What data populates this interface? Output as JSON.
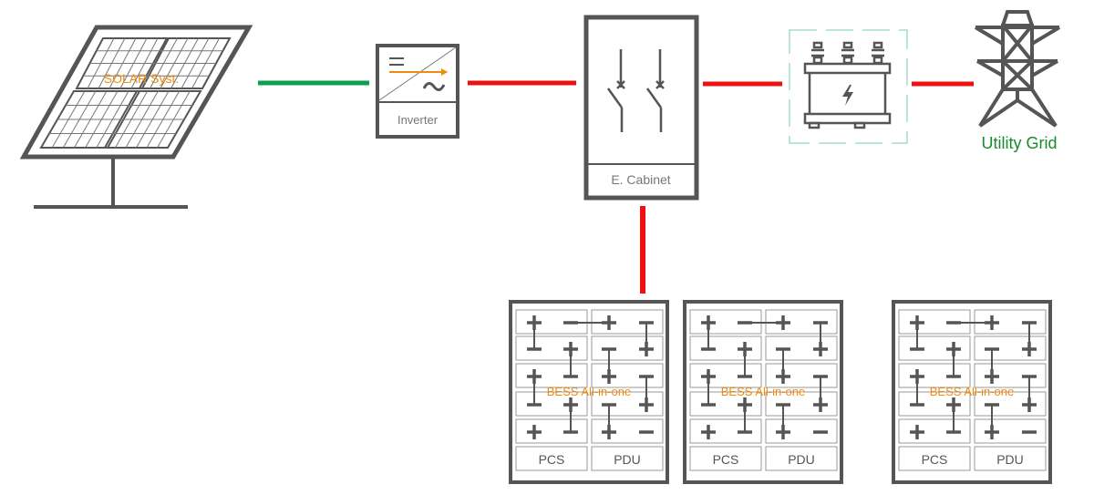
{
  "labels": {
    "solar": "SOLAR Syst.",
    "inverter": "Inverter",
    "cabinet": "E. Cabinet",
    "grid": "Utility Grid"
  },
  "bess_units": [
    {
      "label": "BESS All-in-one",
      "pcs": "PCS",
      "pdu": "PDU"
    },
    {
      "label": "BESS All-in-one",
      "pcs": "PCS",
      "pdu": "PDU"
    },
    {
      "label": "BESS All-in-one",
      "pcs": "PCS",
      "pdu": "PDU"
    }
  ],
  "colors": {
    "dc_line": "#0aa050",
    "ac_line": "#ee1111",
    "label_orange": "#f08a10",
    "grid_green": "#1a8a2a",
    "icon_gray": "#555555",
    "transformer_dash": "#7ac8b0"
  }
}
